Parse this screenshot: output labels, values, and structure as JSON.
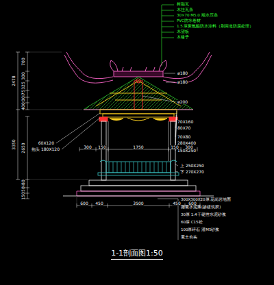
{
  "diagram": {
    "title": "1-1剖面图1:50",
    "labels": [
      "树脂瓦",
      "木挂瓦条",
      "30×70 M5.0 顺水压条",
      "PVC防水卷材",
      "1.5 厚聚氨酯防水涂料（刷两道防腐处理）",
      "木望板",
      "木椽子",
      "ø180",
      "ø180",
      "ø200",
      "70X160",
      "80X70",
      "70X80",
      "280X400",
      "150X250",
      "上 250X250",
      "下 270X270",
      "60X120",
      "抱头 180X120",
      "2478",
      "700",
      "300",
      "325",
      "375",
      "200",
      "400",
      "3350",
      "2650",
      "480",
      "450",
      "150",
      "300",
      "150",
      "1750",
      "150",
      "300",
      "600",
      "450",
      "3500",
      "450",
      "600",
      "300X300X20厚 花岗岩地面",
      "撒素水泥浆(掺建筑胶)",
      "30厚 1:4干硬性水泥砂浆",
      "60厚 C15砼",
      "100厚碎石 灌M5砂浆",
      "素土夯实"
    ]
  }
}
